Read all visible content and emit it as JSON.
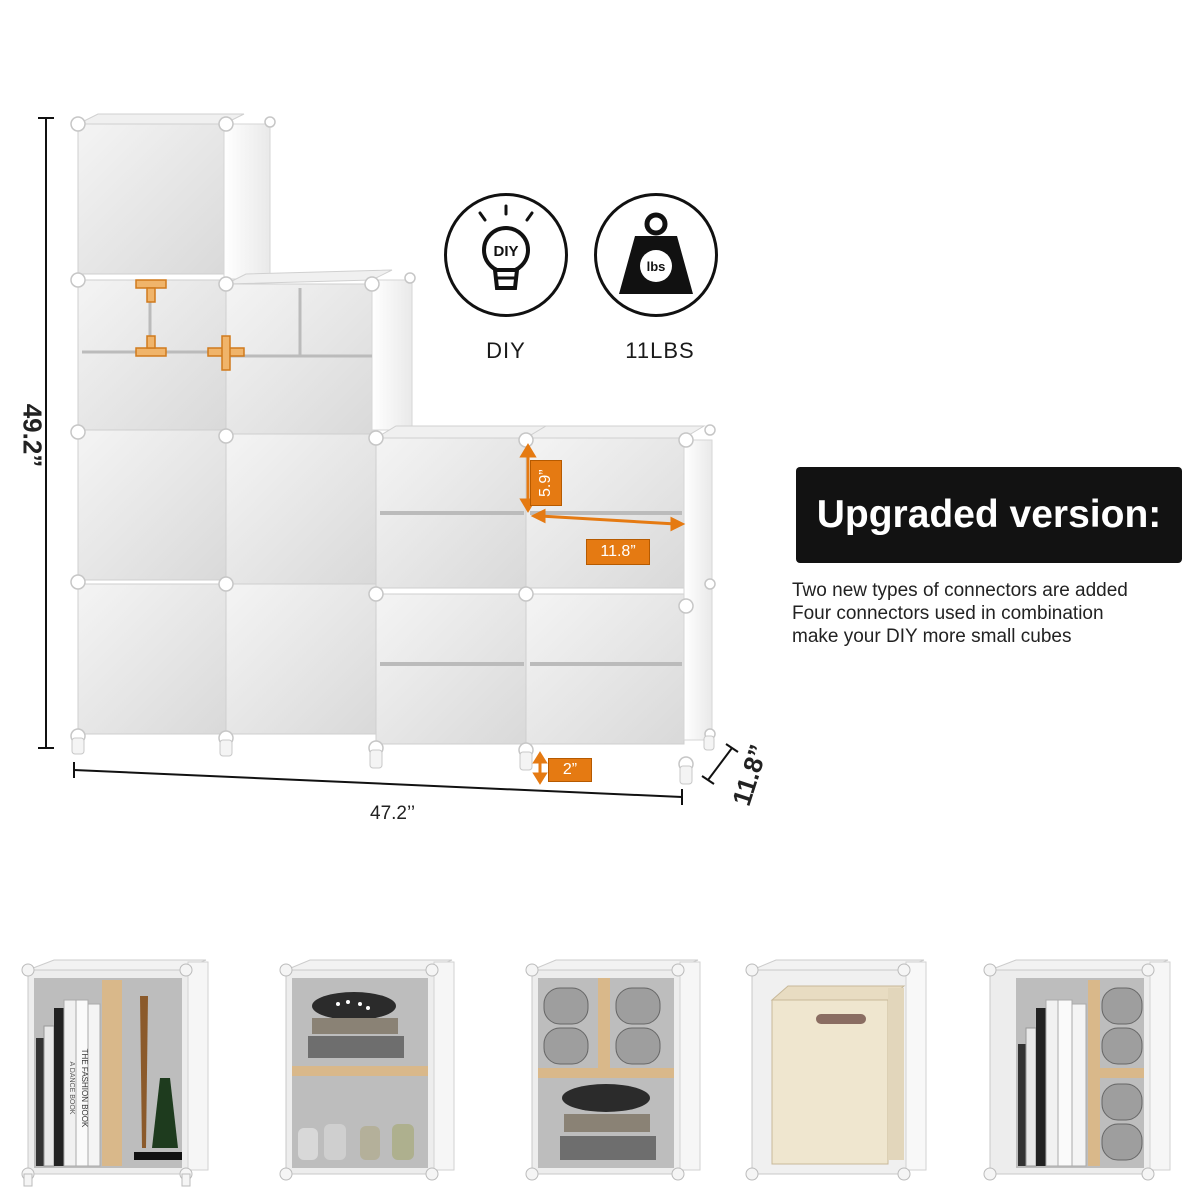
{
  "dimensions": {
    "height": "49.2”",
    "width": "47.2’’",
    "depth": "11.8”",
    "shelf_height": "5.9”",
    "shelf_depth": "11.8”",
    "leg_height": "2”"
  },
  "features": [
    {
      "icon": "diy-lightbulb-icon",
      "badge": "DIY",
      "label": "DIY"
    },
    {
      "icon": "weight-icon",
      "badge": "lbs",
      "label": "11LBS"
    }
  ],
  "upgrade": {
    "title": "Upgraded version:",
    "lines": [
      "Two new types of connectors are added",
      "Four connectors used in combination",
      "make your DIY more small cubes"
    ]
  },
  "thumbnail_spines": {
    "fashion_book": "THE FASHION BOOK",
    "dance_book": "A DANCE BOOK"
  },
  "colors": {
    "accent_orange": "#e57a12",
    "connector_wood": "#d9b88a",
    "panel_gray": "#e6e6e6",
    "banner_black": "#121212"
  }
}
